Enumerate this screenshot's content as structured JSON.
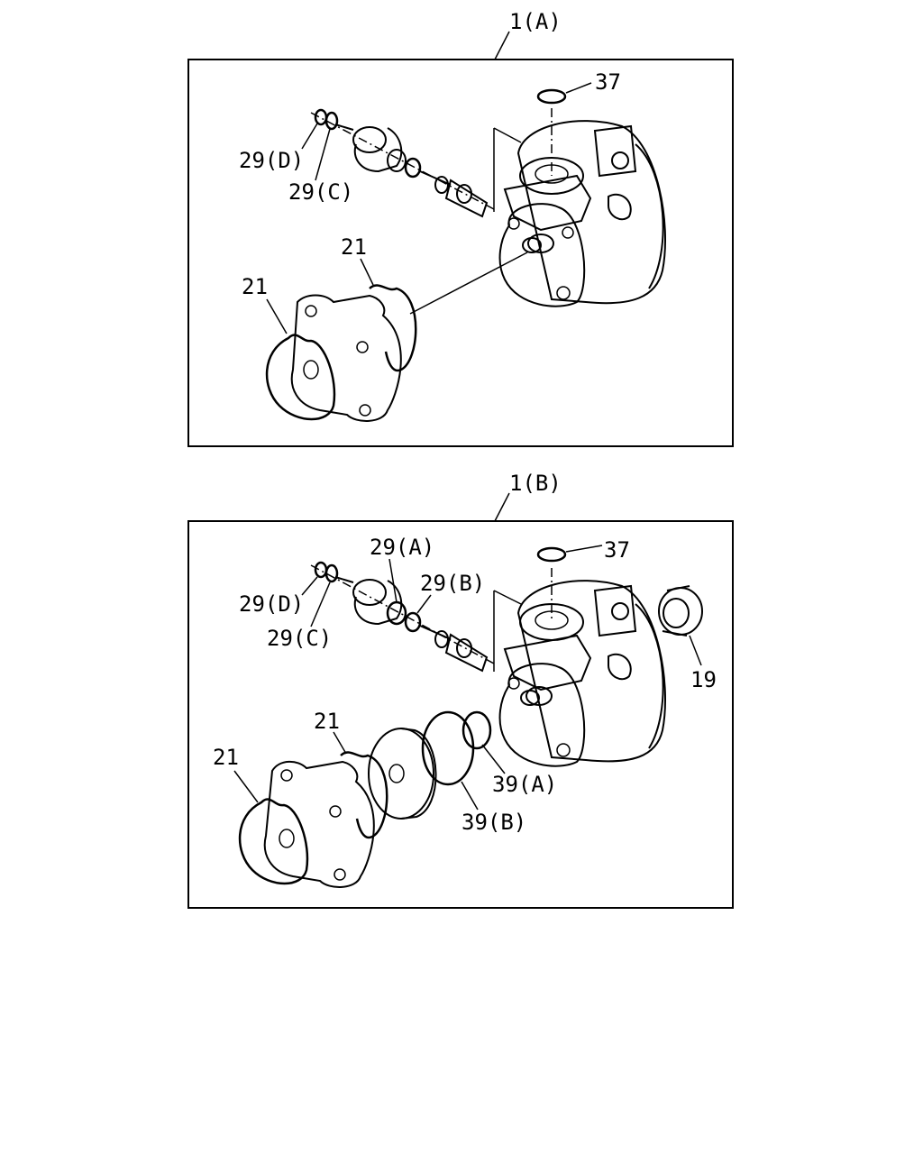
{
  "panels": [
    {
      "id": "A",
      "title": "1(A)",
      "callouts": {
        "c37": "37",
        "c29d": "29(D)",
        "c29c": "29(C)",
        "c21a": "21",
        "c21b": "21"
      }
    },
    {
      "id": "B",
      "title": "1(B)",
      "callouts": {
        "c37": "37",
        "c29a": "29(A)",
        "c29b": "29(B)",
        "c29d": "29(D)",
        "c29c": "29(C)",
        "c19": "19",
        "c21a": "21",
        "c21b": "21",
        "c39a": "39(A)",
        "c39b": "39(B)"
      }
    }
  ]
}
